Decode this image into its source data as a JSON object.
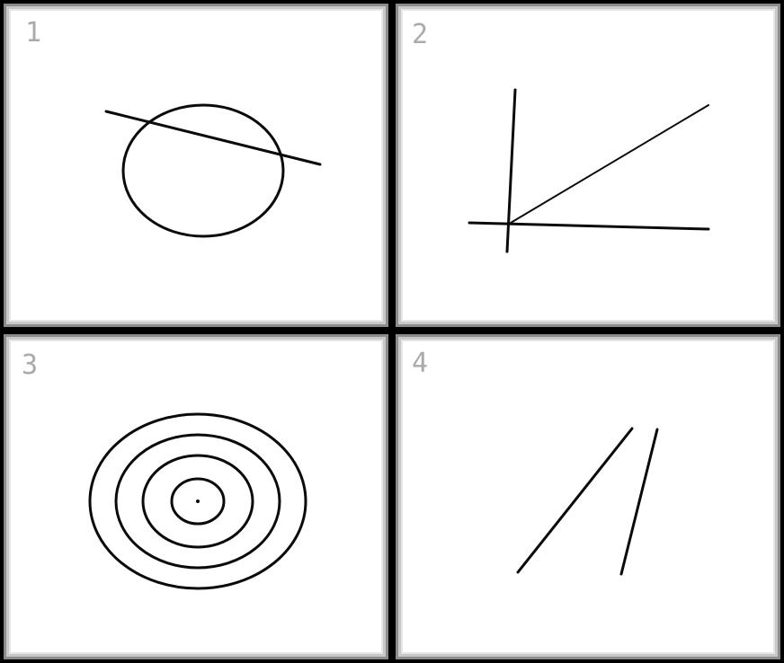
{
  "panels": [
    {
      "label": "1"
    },
    {
      "label": "2"
    },
    {
      "label": "3"
    },
    {
      "label": "4"
    }
  ],
  "colors": {
    "background": "#000000",
    "panel": "#ffffff",
    "ink": "#0a0a0a",
    "label": "#aaaaaa"
  }
}
